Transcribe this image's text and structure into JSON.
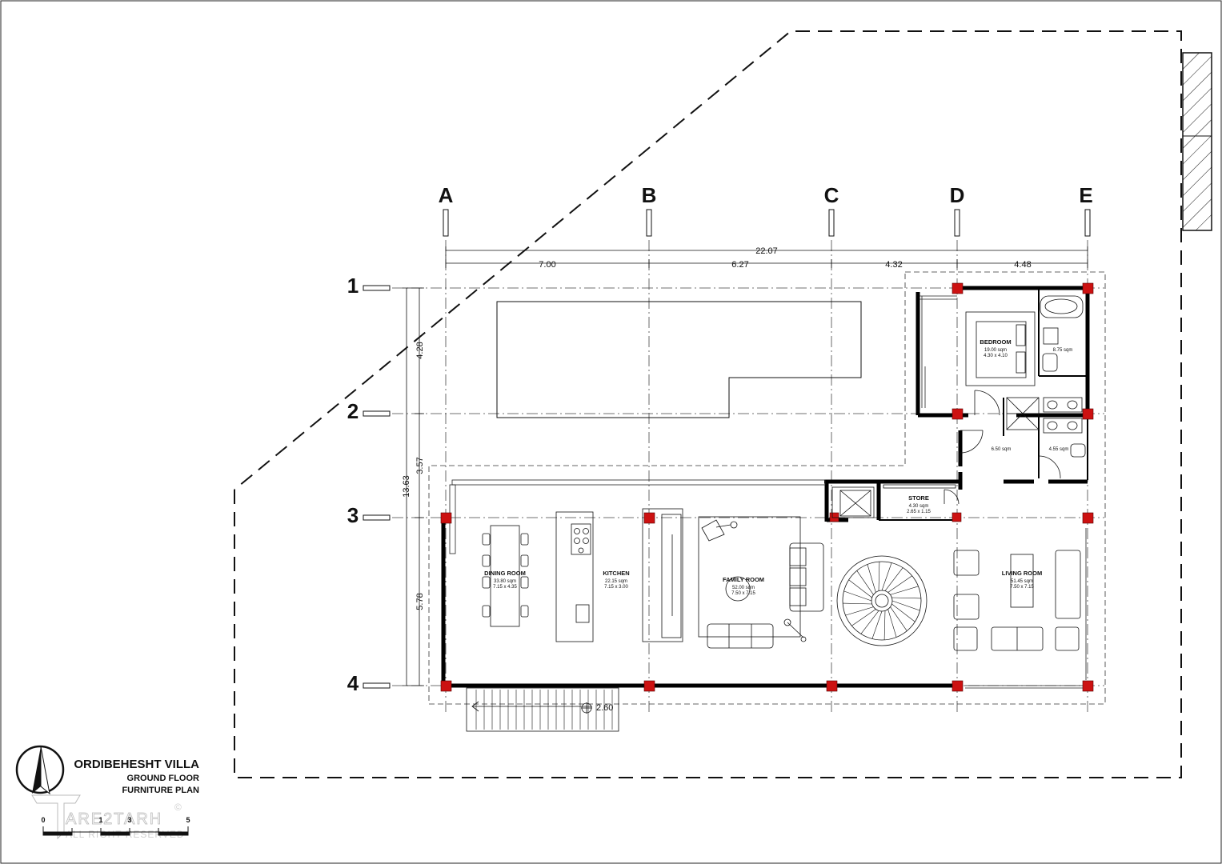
{
  "title": {
    "main": "ORDIBEHESHT VILLA",
    "line2": "GROUND FLOOR",
    "line3": "FURNITURE PLAN"
  },
  "scale_bar": {
    "labels": [
      "0",
      "1",
      "3",
      "5"
    ]
  },
  "watermark": {
    "brand": "ARE2TARH",
    "rights": "ALL RIGHT RESERVED",
    "copyright": "©"
  },
  "grid": {
    "columns": [
      "A",
      "B",
      "C",
      "D",
      "E"
    ],
    "rows": [
      "1",
      "2",
      "3",
      "4"
    ]
  },
  "dimensions": {
    "total_width": "22.07",
    "spans": [
      "7.00",
      "6.27",
      "4.32",
      "4.48"
    ],
    "total_depth": "13.63",
    "row_spans": [
      "4.28",
      "3.57",
      "5.78"
    ],
    "stair": "2.60"
  },
  "rooms": [
    {
      "id": "bedroom",
      "name": "BEDROOM",
      "area": "19.00 sqm",
      "size": "4.30 x 4.10"
    },
    {
      "id": "bath1",
      "name": "",
      "area": "8.75 sqm",
      "size": ""
    },
    {
      "id": "hall",
      "name": "",
      "area": "6.50 sqm",
      "size": ""
    },
    {
      "id": "wc",
      "name": "",
      "area": "4.55 sqm",
      "size": ""
    },
    {
      "id": "store",
      "name": "STORE",
      "area": "4.30 sqm",
      "size": "2.65 x 1.15"
    },
    {
      "id": "dining",
      "name": "DINING ROOM",
      "area": "33.80 sqm",
      "size": "7.15 x 4.35"
    },
    {
      "id": "kitchen",
      "name": "KITCHEN",
      "area": "22.15 sqm",
      "size": "7.15 x 3.00"
    },
    {
      "id": "family",
      "name": "FAMILY ROOM",
      "area": "52.00 sqm",
      "size": "7.50 x 7.15"
    },
    {
      "id": "living",
      "name": "LIVING ROOM",
      "area": "51.45 sqm",
      "size": "7.50 x 7.15"
    }
  ],
  "colors": {
    "column": "#cc1111",
    "wall": "#000000",
    "line": "#111111"
  }
}
